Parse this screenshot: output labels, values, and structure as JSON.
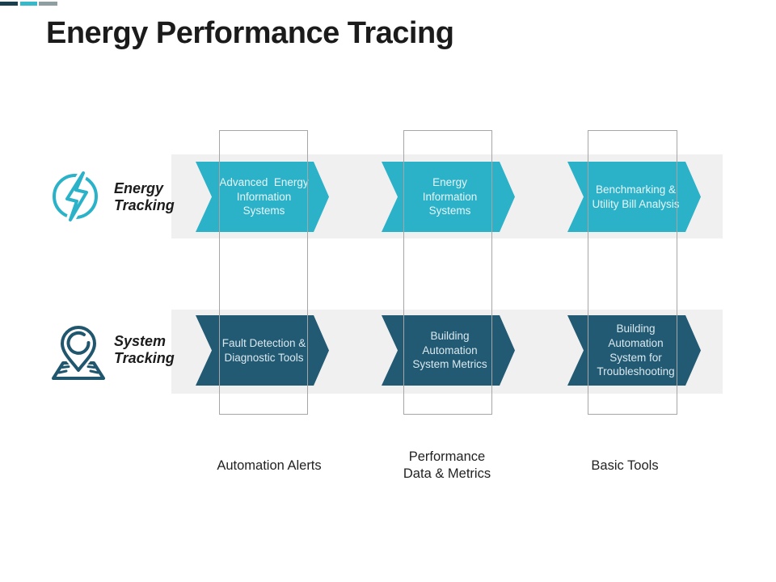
{
  "slide": {
    "title": "Energy Performance Tracing",
    "accent_bar_colors": [
      "#1b3f4e",
      "#38b9c9",
      "#8f9ea1"
    ]
  },
  "colors": {
    "teal_arrow": "#2bb2c8",
    "dark_arrow": "#235a73",
    "band_gray": "#f0f0f0",
    "frame_border": "#a6a6a6",
    "energy_icon": "#2ab2c9",
    "system_icon": "#20566e"
  },
  "rows": [
    {
      "label": "Energy\nTracking",
      "icon": "lightning-bolt-icon",
      "arrows": [
        "Advanced  Energy\nInformation\nSystems",
        "Energy\nInformation\nSystems",
        "Benchmarking &\nUtility Bill Analysis"
      ]
    },
    {
      "label": "System\nTracking",
      "icon": "map-pin-icon",
      "arrows": [
        "Fault Detection &\nDiagnostic Tools",
        "Building\nAutomation\nSystem Metrics",
        "Building\nAutomation\nSystem for\nTroubleshooting"
      ]
    }
  ],
  "columns": [
    "Automation Alerts",
    "Performance\nData & Metrics",
    "Basic Tools"
  ]
}
